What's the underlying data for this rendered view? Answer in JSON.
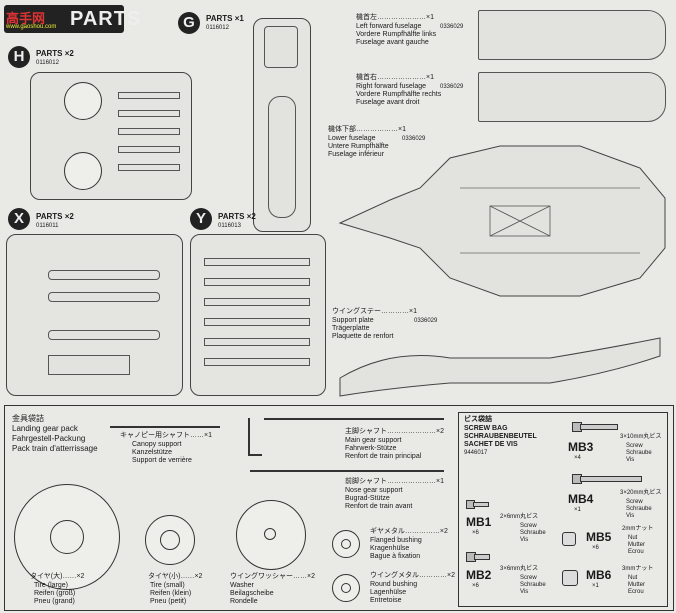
{
  "header": {
    "title": "PARTS",
    "logo_text": "高手网",
    "logo_url": "www.gaoshou.com"
  },
  "colors": {
    "background": "#e9e9e6",
    "ink": "#1a1a1a"
  },
  "parts": {
    "g": {
      "letter": "G",
      "label": "PARTS ×1",
      "code": "0116012"
    },
    "h": {
      "letter": "H",
      "label": "PARTS ×2",
      "code": "0116012"
    },
    "x": {
      "letter": "X",
      "label": "PARTS ×2",
      "code": "0116011"
    },
    "y": {
      "letter": "Y",
      "label": "PARTS ×2",
      "code": "0116013"
    }
  },
  "fuselage": {
    "left": {
      "jp": "機首左…………………×1",
      "en": "Left forward fuselage",
      "de": "Vordere Rumpfhälfte links",
      "fr": "Fuselage avant gauche",
      "code": "0336029"
    },
    "right": {
      "jp": "機首右…………………×1",
      "en": "Right forward fuselage",
      "de": "Vordere Rumpfhälfte rechts",
      "fr": "Fuselage avant droit",
      "code": "0336029"
    },
    "lower": {
      "jp": "機体下部………………×1",
      "en": "Lower fuselage",
      "de": "Untere Rumpfhälfte",
      "fr": "Fuselage inférieur",
      "code": "0336029"
    },
    "support": {
      "jp": "ウイングステー…………×1",
      "en": "Support plate",
      "de": "Trägerplatte",
      "fr": "Plaquette de renfort",
      "code": "0336029"
    }
  },
  "landing_gear": {
    "jp": "金具袋詰",
    "en": "Landing gear pack",
    "de": "Fahrgestell-Packung",
    "fr": "Pack train d'atterrissage",
    "canopy_support": {
      "jp": "キャノピー用シャフト……×1",
      "en": "Canopy support",
      "de": "Kanzelstütze",
      "fr": "Support de verrière"
    },
    "main_gear": {
      "jp": "主脚シャフト…………………×2",
      "en": "Main gear support",
      "de": "Fahrwerk-Stütze",
      "fr": "Renfort de train principal"
    },
    "nose_gear": {
      "jp": "前脚シャフト…………………×1",
      "en": "Nose gear support",
      "de": "Bugrad-Stütze",
      "fr": "Renfort de train avant"
    },
    "flanged": {
      "jp": "ギヤメタル……………×2",
      "en": "Flanged bushing",
      "de": "Kragenhülse",
      "fr": "Bague à fixation"
    },
    "round": {
      "jp": "ウイングメタル…………×2",
      "en": "Round bushing",
      "de": "Lagenhülse",
      "fr": "Entretoise"
    },
    "tire_large": {
      "jp": "タイヤ(大)……×2",
      "en": "Tire (large)",
      "de": "Reifen (groß)",
      "fr": "Pneu (grand)"
    },
    "tire_small": {
      "jp": "タイヤ(小)……×2",
      "en": "Tire (small)",
      "de": "Reifen (klein)",
      "fr": "Pneu (petit)"
    },
    "washer": {
      "jp": "ウイングワッシャー……×2",
      "en": "Washer",
      "de": "Beilagscheibe",
      "fr": "Rondelle"
    }
  },
  "screw_bag": {
    "jp": "ビス袋詰",
    "en": "SCREW BAG",
    "de": "SCHRAUBENBEUTEL",
    "fr": "SACHET DE VIS",
    "code": "9446017",
    "items": [
      {
        "id": "MB3",
        "qty": "×4",
        "size": "3×10mm丸ビス",
        "en": "Screw",
        "de": "Schraube",
        "fr": "Vis"
      },
      {
        "id": "MB4",
        "qty": "×1",
        "size": "3×20mm丸ビス",
        "en": "Screw",
        "de": "Schraube",
        "fr": "Vis"
      },
      {
        "id": "MB1",
        "qty": "×6",
        "size": "2×6mm丸ビス",
        "en": "Screw",
        "de": "Schraube",
        "fr": "Vis"
      },
      {
        "id": "MB5",
        "qty": "×6",
        "size": "2mmナット",
        "en": "Nut",
        "de": "Mutter",
        "fr": "Ecrou"
      },
      {
        "id": "MB2",
        "qty": "×6",
        "size": "3×6mm丸ビス",
        "en": "Screw",
        "de": "Schraube",
        "fr": "Vis"
      },
      {
        "id": "MB6",
        "qty": "×1",
        "size": "3mmナット",
        "en": "Nut",
        "de": "Mutter",
        "fr": "Ecrou"
      }
    ]
  }
}
